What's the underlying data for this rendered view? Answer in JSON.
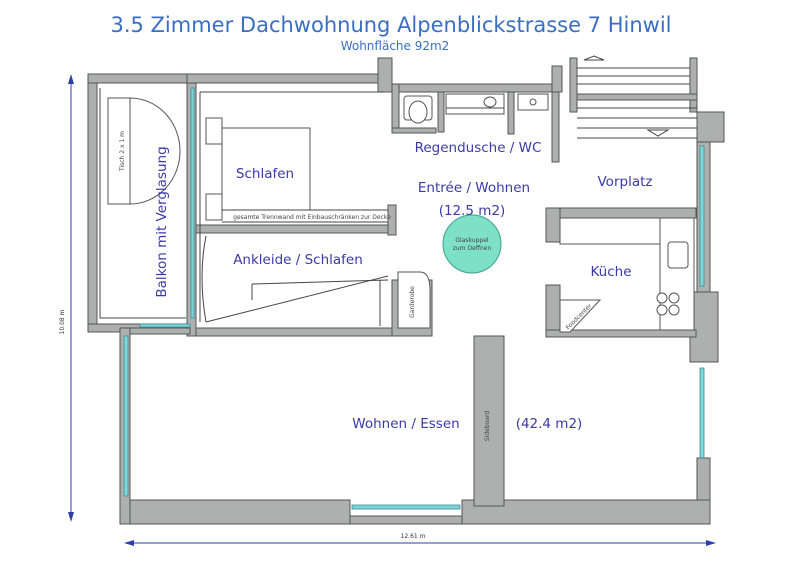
{
  "title": "3.5 Zimmer Dachwohnung Alpenblickstrasse 7 Hinwil",
  "subtitle": "Wohnfläche 92m2",
  "rooms": {
    "schlafen": "Schlafen",
    "ankleide": "Ankleide / Schlafen",
    "balkon": "Balkon mit Verglasung",
    "regendusche": "Regendusche / WC",
    "entree": "Entrée / Wohnen",
    "entree_area": "(12.5 m2)",
    "vorplatz": "Vorplatz",
    "kueche": "Küche",
    "wohnen": "Wohnen / Essen",
    "wohnen_area": "(42.4 m2)"
  },
  "notes": {
    "tisch": "Tisch 2 x 1 m",
    "trennwand": "gesamte Trennwand mit Einbauschränken zur Decke",
    "glaskuppel_1": "Glaskuppel",
    "glaskuppel_2": "zum Oeffnen",
    "garderobe": "Garderobe",
    "sideboard": "Sideboard",
    "foodcenter": "Foodcenter"
  },
  "dimensions": {
    "width": "12.61 m",
    "height": "10.08 m"
  },
  "colors": {
    "title": "#3a6ec0",
    "room_label": "#3a3aa8",
    "wall": "#aeb0b0",
    "window": "#7fd6da",
    "dome": "#7fe0c8",
    "dimension": "#2a3fb0"
  }
}
